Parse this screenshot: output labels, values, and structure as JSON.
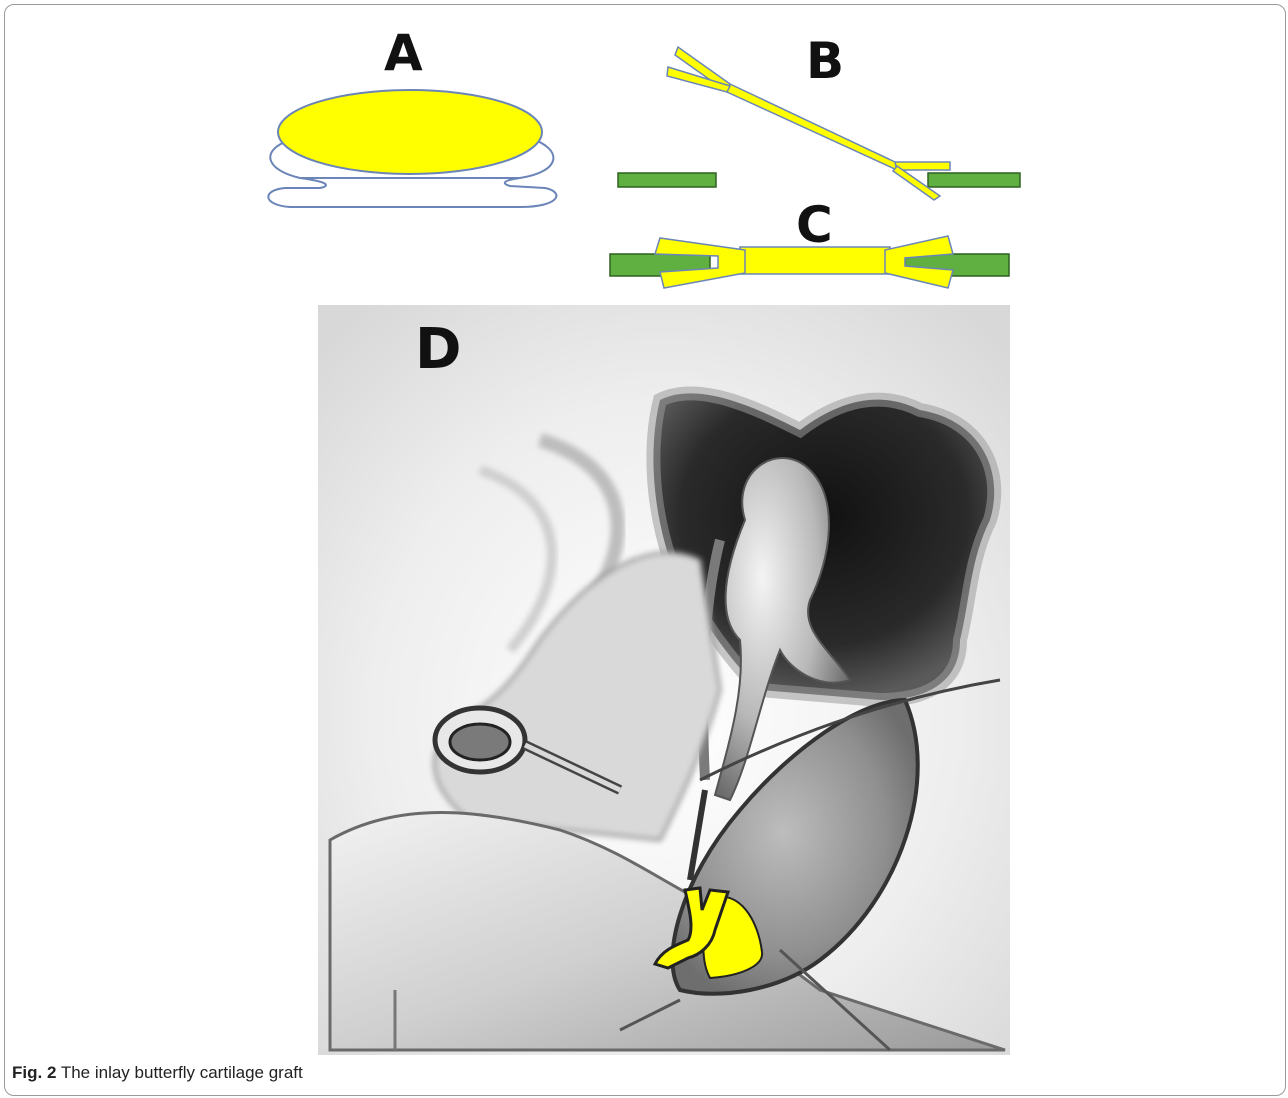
{
  "figure": {
    "panels": {
      "a": "A",
      "b": "B",
      "c": "C",
      "d": "D"
    },
    "caption": {
      "label": "Fig. 2",
      "text": "The inlay butterfly cartilage graft"
    },
    "colors": {
      "graft_yellow": "#ffff00",
      "bone_green": "#5fb040",
      "outline_blue": "#6b85b8"
    }
  }
}
